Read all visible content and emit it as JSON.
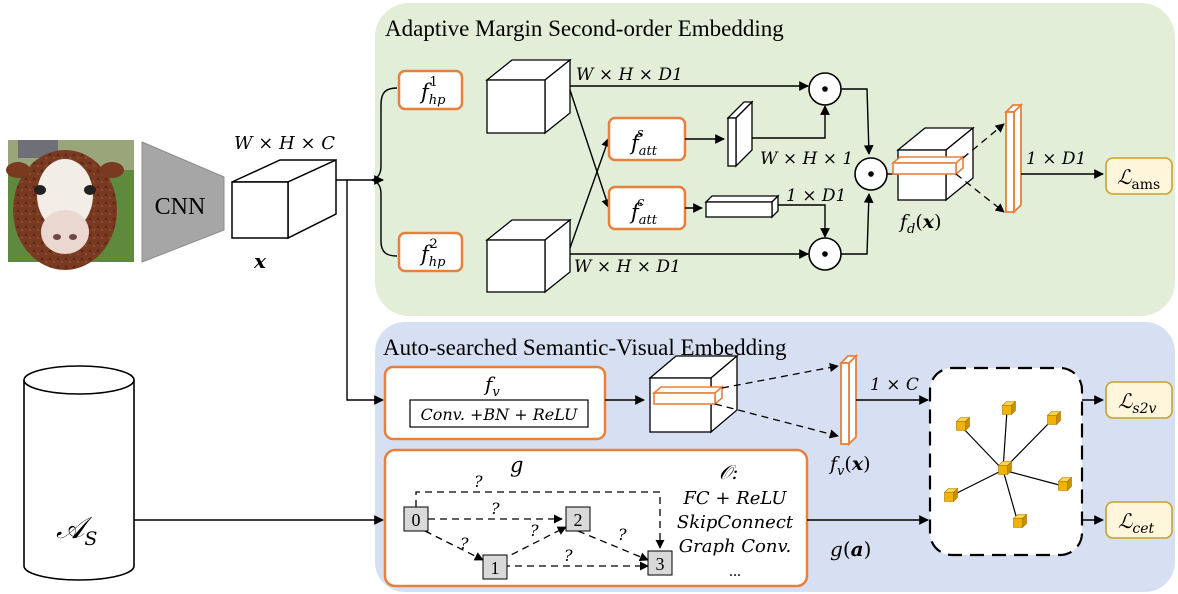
{
  "colors": {
    "green_panel": "#e2eed8",
    "blue_panel": "#d7e0f2",
    "orange": "#e7803c",
    "cube_orange": "#f0b400",
    "loss_fill": "#fff6dc",
    "loss_border": "#c9a12a",
    "node_fill": "#d9d9d9"
  },
  "panels": {
    "ams_title": "Adaptive Margin Second-order Embedding",
    "asve_title": "Auto-searched Semantic-Visual Embedding"
  },
  "backbone": {
    "cnn_label": "CNN",
    "feature_dim_label": "W × H × C",
    "feature_var": "x"
  },
  "hp1": {
    "base": "f",
    "sub": "hp",
    "sup": "1"
  },
  "hp2": {
    "base": "f",
    "sub": "hp",
    "sup": "2"
  },
  "att_s": {
    "base": "f",
    "sub": "att",
    "sup": "s"
  },
  "att_c": {
    "base": "f",
    "sub": "att",
    "sup": "c"
  },
  "dims": {
    "top_whd": "W × H  × D1",
    "bottom_whd": "W × H × D1",
    "spatial": "W × H × 1",
    "channel": "1 × D1",
    "ams_out": "1 × D1",
    "v_out": "1 × C"
  },
  "hadamard_symbol": "⊙",
  "fd": {
    "base": "f",
    "sub": "d",
    "arg": "x"
  },
  "fv_box": {
    "base": "f",
    "sub": "v",
    "formula": "Conv. +BN + ReLU"
  },
  "fvx": {
    "base": "f",
    "sub": "v",
    "arg": "x"
  },
  "g_box": {
    "title": "g",
    "ops_title": "𝒪:",
    "ops": [
      "FC + ReLU",
      "SkipConnect",
      "Graph Conv.",
      "..."
    ],
    "nodes": [
      "0",
      "1",
      "2",
      "3"
    ],
    "edge_label": "?"
  },
  "ga": {
    "base": "g",
    "arg": "a"
  },
  "attributes": {
    "base": "𝒜",
    "sub": "S"
  },
  "losses": [
    {
      "base": "ℒ",
      "sub": "ams"
    },
    {
      "base": "ℒ",
      "sub": "s2v"
    },
    {
      "base": "ℒ",
      "sub": "cet"
    }
  ]
}
